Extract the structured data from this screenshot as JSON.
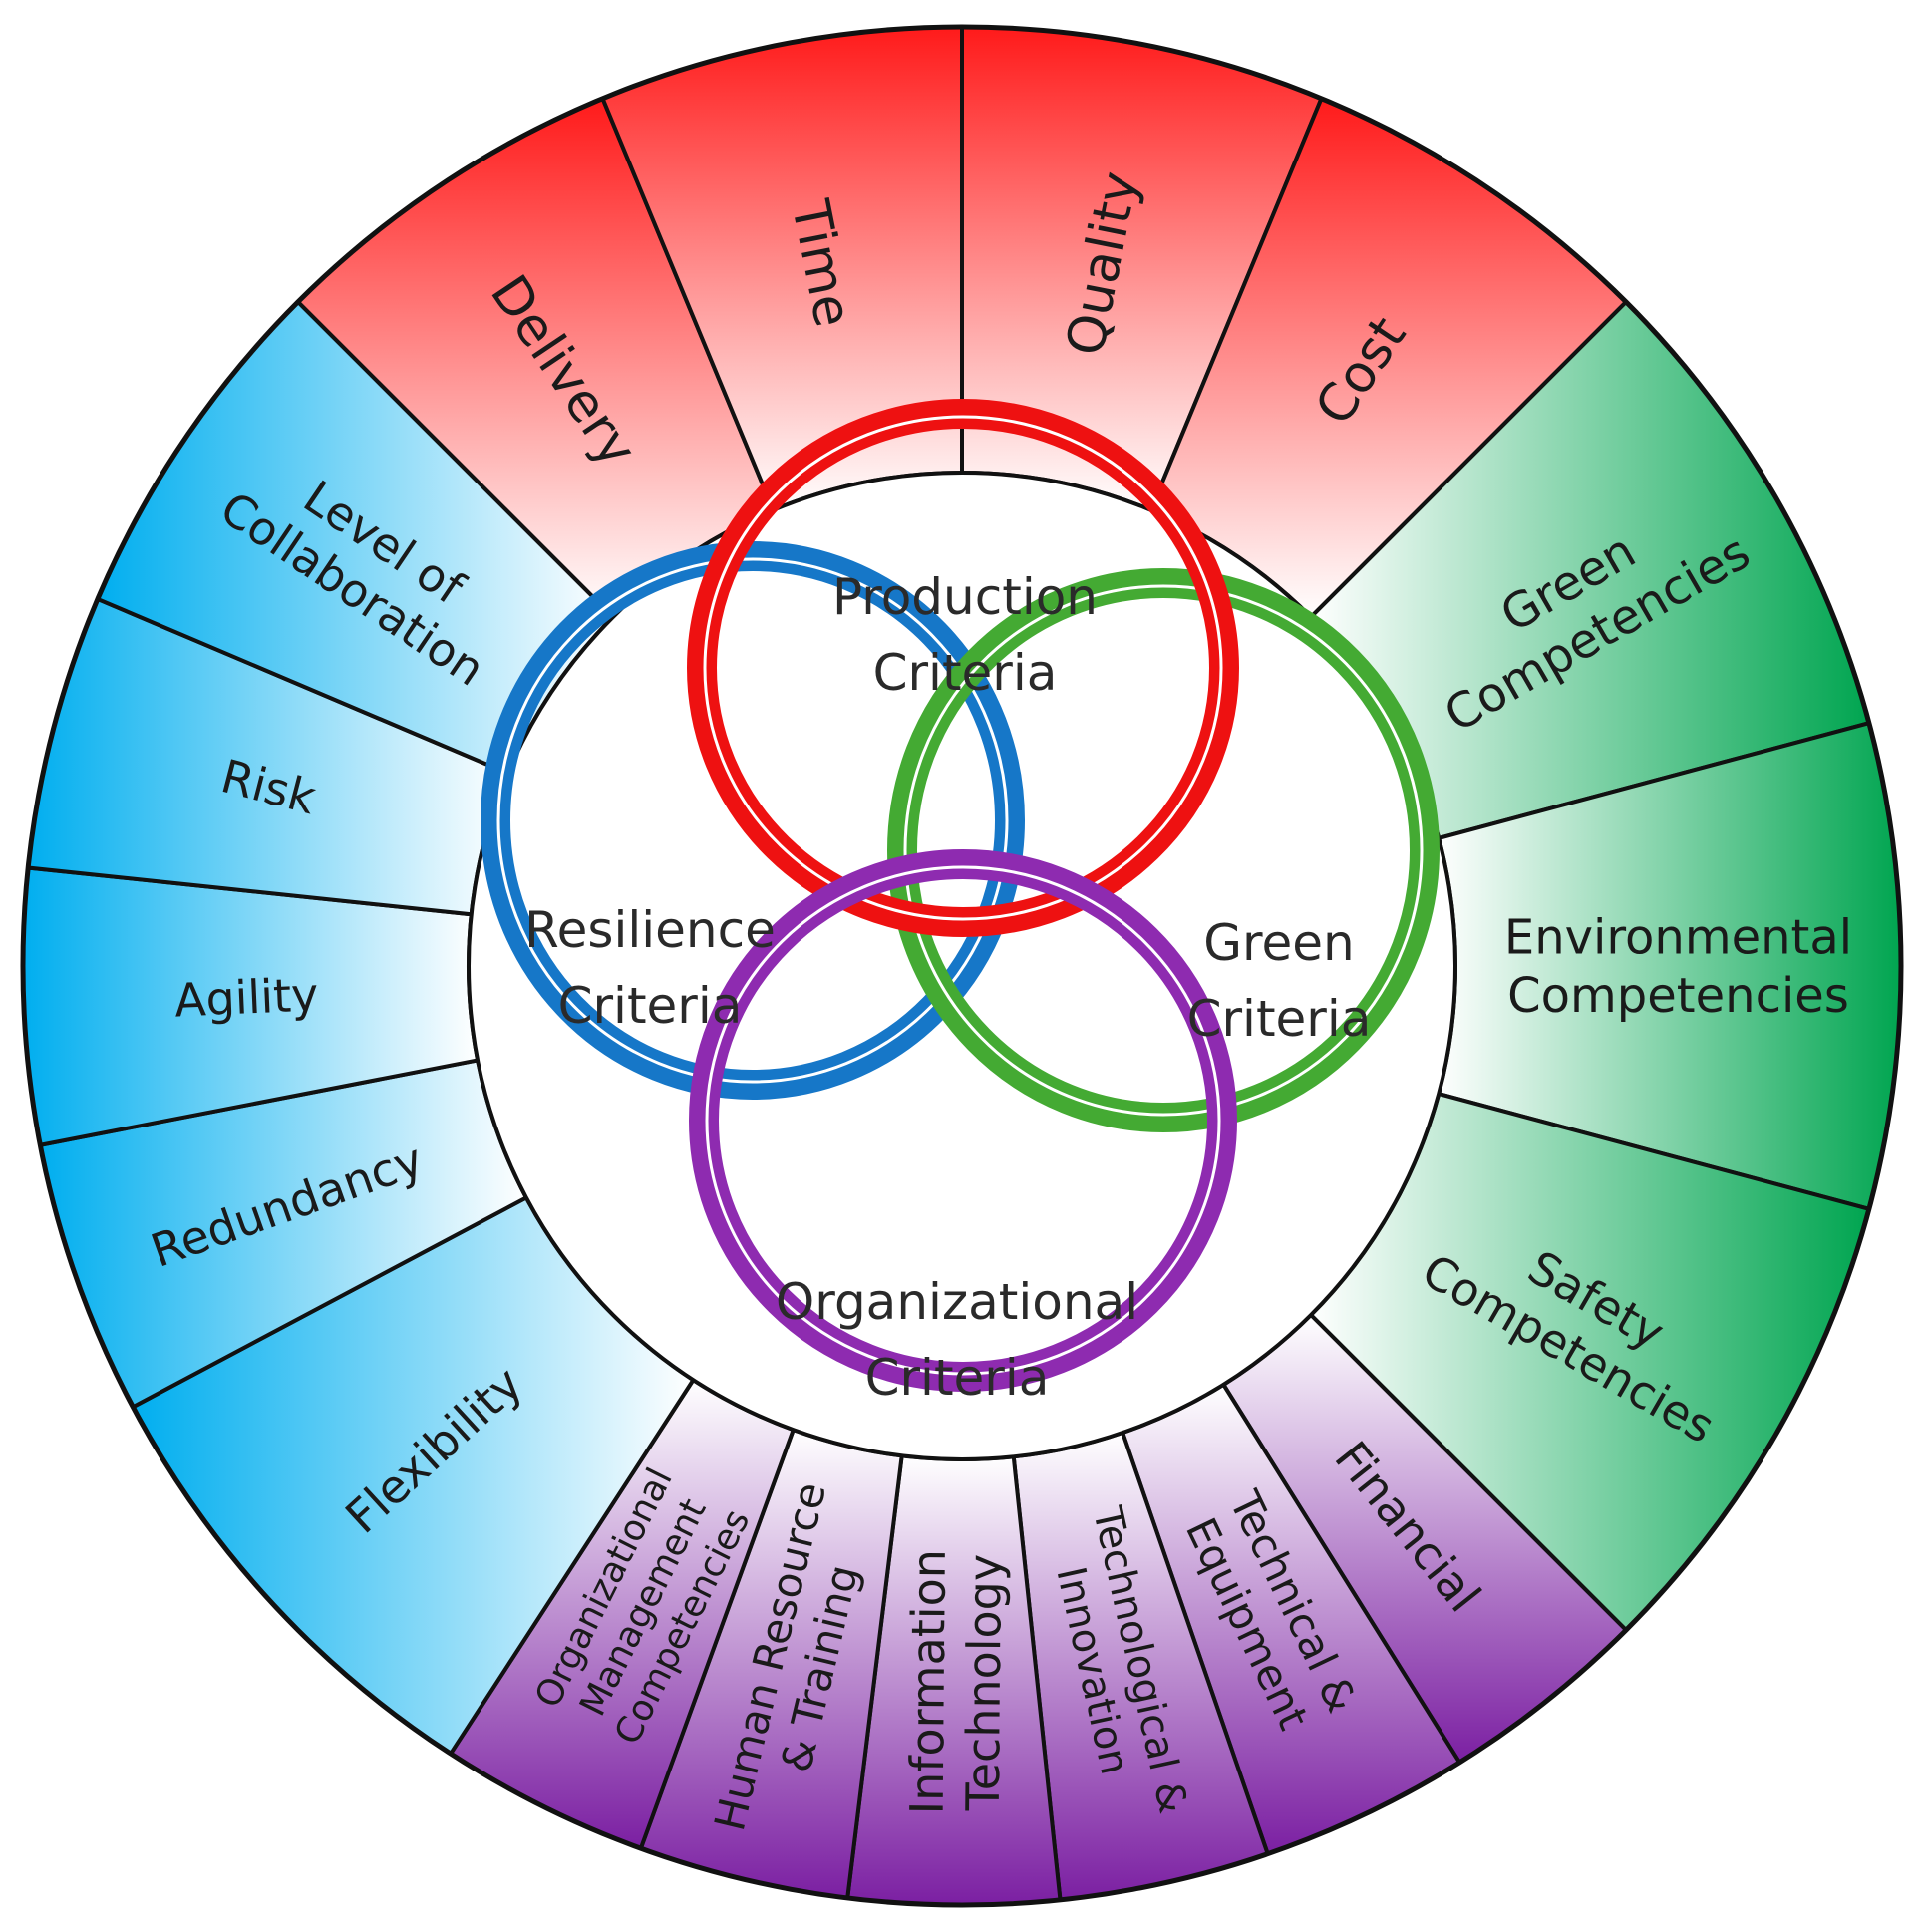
{
  "groups": {
    "production": {
      "color": "#ff1a1a",
      "label_lines": [
        "Production",
        "Criteria"
      ],
      "segments": [
        {
          "lines": [
            "Delivery"
          ]
        },
        {
          "lines": [
            "Time"
          ]
        },
        {
          "lines": [
            "Quality"
          ]
        },
        {
          "lines": [
            "Cost"
          ]
        }
      ]
    },
    "green": {
      "color": "#00a550",
      "label_lines": [
        "Green",
        "Criteria"
      ],
      "segments": [
        {
          "lines": [
            "Green",
            "Competencies"
          ]
        },
        {
          "lines": [
            "Environmental",
            "Competencies"
          ]
        },
        {
          "lines": [
            "Safety",
            "Competencies"
          ]
        }
      ]
    },
    "organizational": {
      "color": "#7b1fa2",
      "label_lines": [
        "Organizational",
        "Criteria"
      ],
      "segments": [
        {
          "lines": [
            "Financial"
          ]
        },
        {
          "lines": [
            "Technical &",
            "Equipment"
          ]
        },
        {
          "lines": [
            "Technological &",
            "Innovation"
          ]
        },
        {
          "lines": [
            "Information",
            "Technology"
          ]
        },
        {
          "lines": [
            "Human Resource",
            "& Training"
          ]
        },
        {
          "lines": [
            "Organizational",
            "Management",
            "Competencies"
          ]
        }
      ]
    },
    "resilience": {
      "color": "#00aeef",
      "label_lines": [
        "Resilience",
        "Criteria"
      ],
      "segments": [
        {
          "lines": [
            "Flexibility"
          ]
        },
        {
          "lines": [
            "Redundancy"
          ]
        },
        {
          "lines": [
            "Agility"
          ]
        },
        {
          "lines": [
            "Risk"
          ]
        },
        {
          "lines": [
            "Level of",
            "Collaboration"
          ]
        }
      ]
    }
  },
  "rings": {
    "production": {
      "color": "#ee1111"
    },
    "green": {
      "color": "#44aa33"
    },
    "resilience": {
      "color": "#1677c8"
    },
    "organizational": {
      "color": "#8e2bb0"
    }
  }
}
